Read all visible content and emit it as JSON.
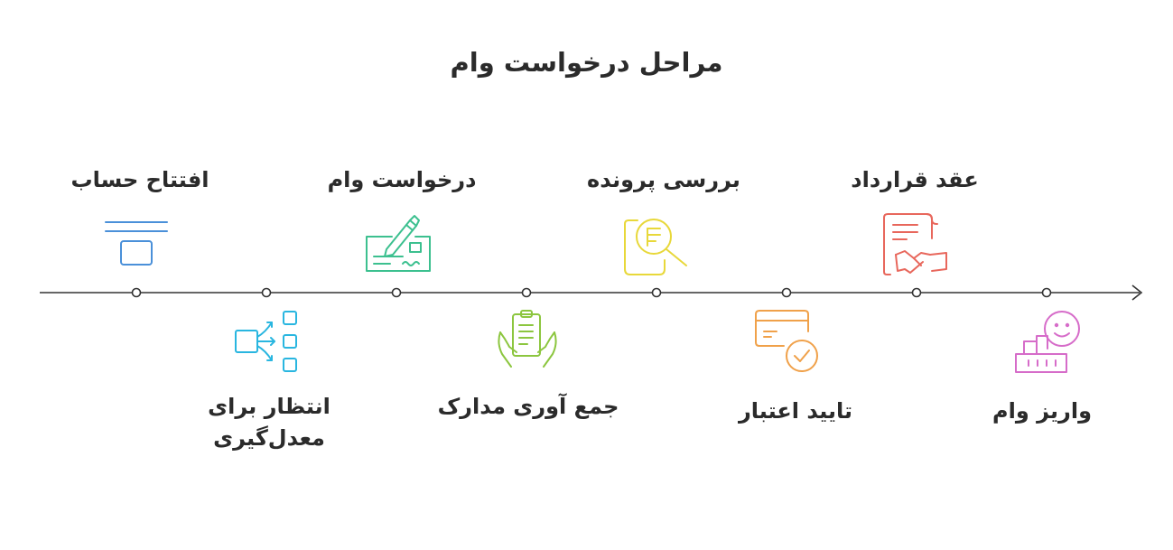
{
  "title": "مراحل درخواست وام",
  "steps": [
    {
      "label": "افتتاح حساب",
      "icon": "bank-card-icon",
      "color": "#4a90d9"
    },
    {
      "label": "انتظار برای معدل‌گیری",
      "icon": "distribution-icon",
      "color": "#29b6e0"
    },
    {
      "label": "درخواست وام",
      "icon": "signing-check-icon",
      "color": "#3cc08f"
    },
    {
      "label": "جمع آوری مدارک",
      "icon": "documents-in-hands-icon",
      "color": "#8cc63f"
    },
    {
      "label": "بررسی پرونده",
      "icon": "document-search-icon",
      "color": "#e8d83a"
    },
    {
      "label": "تایید اعتبار",
      "icon": "credit-card-approved-icon",
      "color": "#f0a14a"
    },
    {
      "label": "عقد قرارداد",
      "icon": "contract-handshake-icon",
      "color": "#e8675c"
    },
    {
      "label": "واریز وام",
      "icon": "happy-customer-icon",
      "color": "#d66cc9"
    }
  ]
}
